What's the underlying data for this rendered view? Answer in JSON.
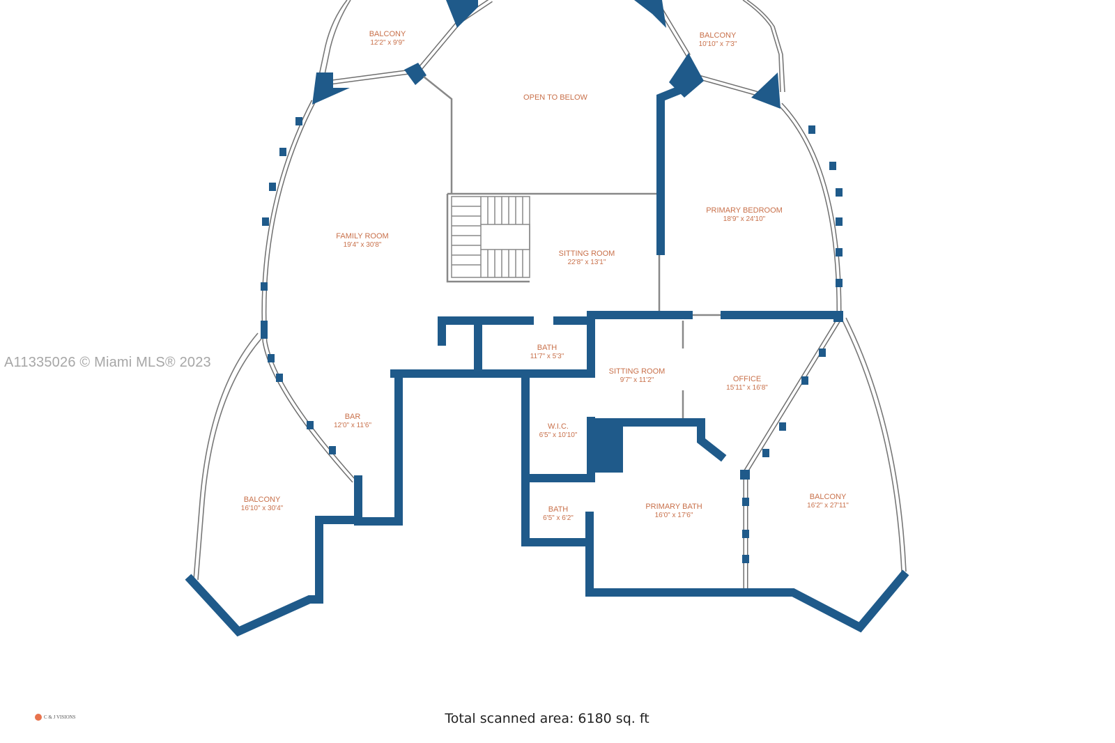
{
  "watermark": "A11335026 © Miami MLS® 2023",
  "footer": {
    "total_area": "Total scanned area: 6180 sq. ft",
    "logo_text": "C & J VISIONS"
  },
  "colors": {
    "wall": "#1f5a8a",
    "label": "#c8704a"
  },
  "rooms": [
    {
      "name": "BALCONY",
      "dim": "12'2\" x 9'9\""
    },
    {
      "name": "OPEN TO BELOW",
      "dim": ""
    },
    {
      "name": "BALCONY",
      "dim": "10'10\" x 7'3\""
    },
    {
      "name": "PRIMARY BEDROOM",
      "dim": "18'9\" x 24'10\""
    },
    {
      "name": "FAMILY ROOM",
      "dim": "19'4\" x 30'8\""
    },
    {
      "name": "SITTING ROOM",
      "dim": "22'8\" x 13'1\""
    },
    {
      "name": "BATH",
      "dim": "11'7\" x 5'3\""
    },
    {
      "name": "SITTING ROOM",
      "dim": "9'7\" x 11'2\""
    },
    {
      "name": "OFFICE",
      "dim": "15'11\" x 16'8\""
    },
    {
      "name": "BAR",
      "dim": "12'0\" x 11'6\""
    },
    {
      "name": "W.I.C.",
      "dim": "6'5\" x 10'10\""
    },
    {
      "name": "BALCONY",
      "dim": "16'10\" x 30'4\""
    },
    {
      "name": "PRIMARY BATH",
      "dim": "16'0\" x 17'6\""
    },
    {
      "name": "BATH",
      "dim": "6'5\" x 6'2\""
    },
    {
      "name": "BALCONY",
      "dim": "16'2\" x 27'11\""
    }
  ]
}
